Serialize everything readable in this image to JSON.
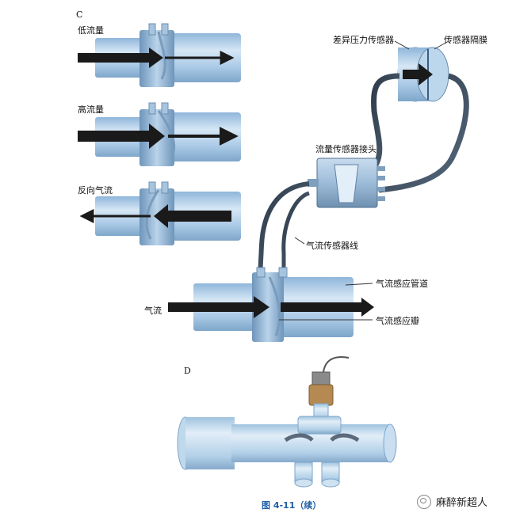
{
  "figure": {
    "section_c": "C",
    "section_d": "D",
    "caption": "图 4-11（续）"
  },
  "panel_c": {
    "low_flow": "低流量",
    "high_flow": "高流量",
    "reverse_flow": "反向气流",
    "airflow": "气流",
    "diff_pressure_sensor": "差异压力传感器",
    "sensor_diaphragm": "传感器隔膜",
    "flow_sensor_connector": "流量传感器接头",
    "airflow_sensor_line": "气流传感器线",
    "airflow_sensing_tube": "气流感应管道",
    "airflow_sensing_flap": "气流感应瓣"
  },
  "watermark": {
    "text": "麻醉新超人"
  },
  "colors": {
    "tube_fill": "#a9c9e6",
    "tube_highlight": "#d6e7f5",
    "tube_shadow": "#7ea6c9",
    "arrow": "#1a1a1a",
    "hose": "#3a4a5a",
    "caption_blue": "#1f5fa8"
  }
}
